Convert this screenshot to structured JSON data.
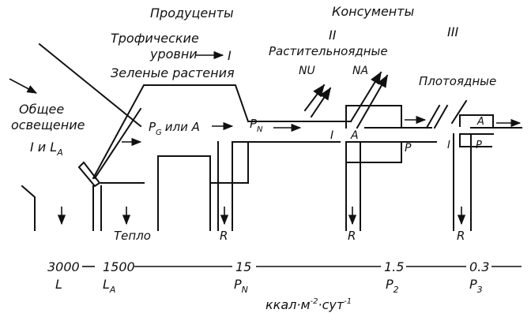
{
  "headers": {
    "producers": "Продуценты",
    "consumers": "Консументы"
  },
  "trophic": {
    "line1": "Трофические",
    "line2": "уровни",
    "level1": "I",
    "line3": "Зеленые растения",
    "level2": "II",
    "herbivores": "Растительноядные",
    "level3": "III",
    "carnivores": "Плотоядные"
  },
  "light": {
    "line1": "Общее",
    "line2": "освещение",
    "symbol_main": "I и L",
    "symbol_sub": "A"
  },
  "flow": {
    "pg_main": "P",
    "pg_sub": "G",
    "or_a": "или A",
    "pn_main": "P",
    "pn_sub": "N",
    "nu": "NU",
    "na": "NA",
    "i_herb": "I",
    "a_herb": "A",
    "p_herb": "P",
    "i_carn": "I",
    "a_carn": "A",
    "p_carn": "P"
  },
  "losses": {
    "heat": "Тепло",
    "r1": "R",
    "r2": "R",
    "r3": "R"
  },
  "scale": {
    "v1": "3000",
    "v1_sym": "L",
    "v2": "1500",
    "v2_sym_main": "L",
    "v2_sym_sub": "A",
    "v3": "15",
    "v3_sym_main": "P",
    "v3_sym_sub": "N",
    "v4": "1.5",
    "v4_sym_main": "P",
    "v4_sym_sub": "2",
    "v5": "0.3",
    "v5_sym_main": "P",
    "v5_sym_sub": "3",
    "units_main": "ккал·м",
    "units_exp1": "-2",
    "units_mid": "·сут",
    "units_exp2": "-1"
  }
}
